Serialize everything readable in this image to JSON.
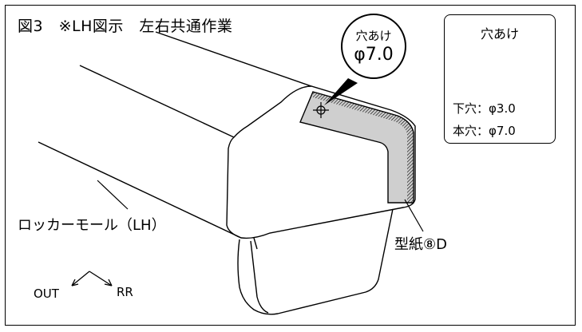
{
  "title": "図3　※LH図示　左右共通作業",
  "callout": {
    "line1": "穴あけ",
    "line2": "φ7.0"
  },
  "info_box": {
    "title": "穴あけ",
    "pilot_hole": "下穴：φ3.0",
    "final_hole": "本穴：φ7.0",
    "icon": "drill-icon"
  },
  "labels": {
    "part_name": "ロッカーモール（LH）",
    "template": "型紙⑧D"
  },
  "direction": {
    "out": "OUT",
    "rr": "RR"
  },
  "colors": {
    "template_fill": "#cfcfcf",
    "hatch": "#000000",
    "line": "#000000"
  }
}
